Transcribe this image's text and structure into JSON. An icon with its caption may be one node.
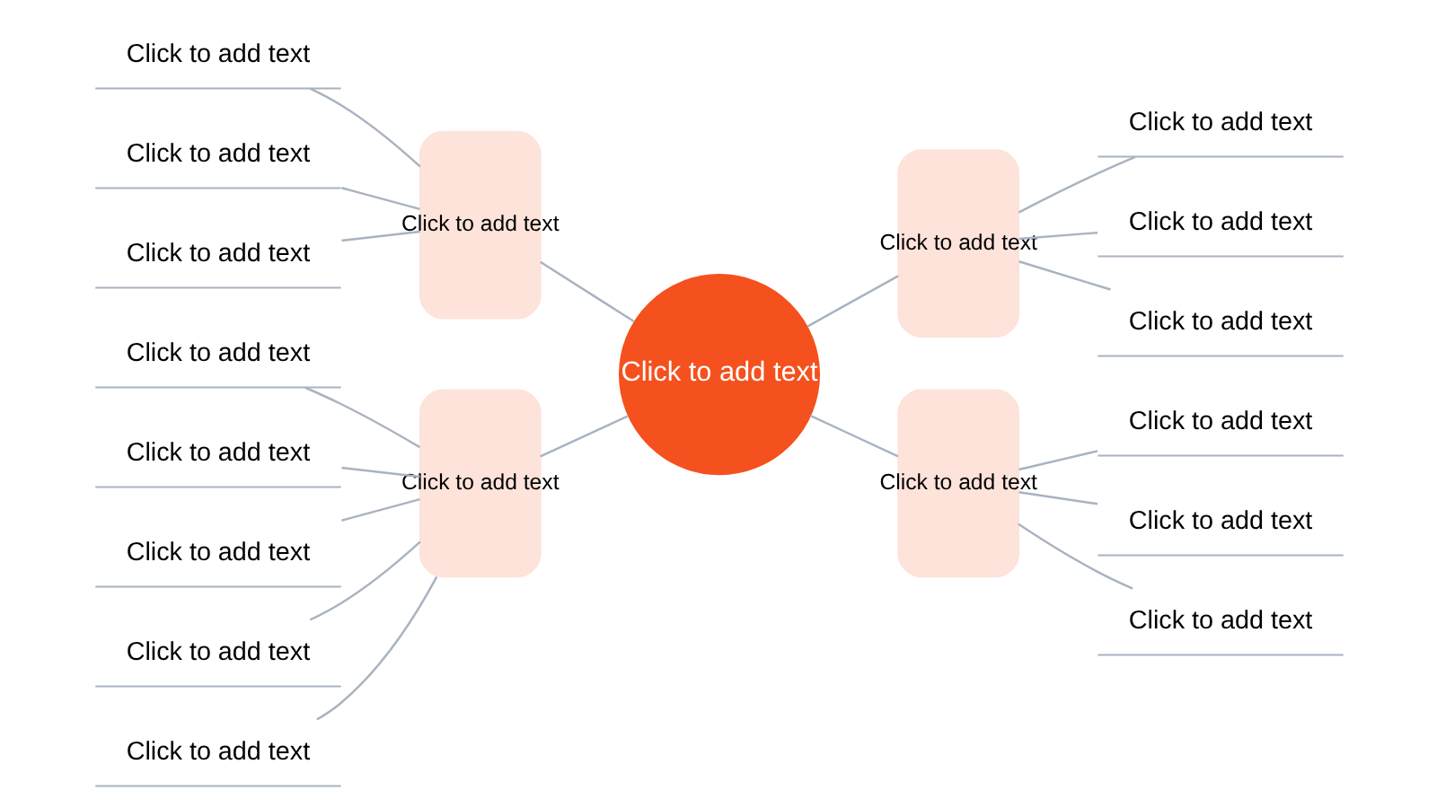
{
  "diagram": {
    "nodes": [
      {
        "text": [
          "Click to add text"
        ]
      },
      {
        "text": [
          "Click to add text"
        ]
      },
      {
        "text": [
          "Click to add text"
        ]
      },
      {
        "text": [
          "Click to add text"
        ]
      },
      {
        "text": [
          "Click to add text"
        ]
      },
      {
        "text": [
          "Click to add text"
        ]
      },
      {
        "text": [
          "Click to add text"
        ]
      },
      {
        "text": [
          "Click to add text"
        ]
      },
      {
        "text": [
          "Click to add text"
        ]
      },
      {
        "text": [
          "Click to add text"
        ]
      },
      {
        "text": [
          "Click to add text"
        ]
      },
      {
        "text": [
          "Click to add text"
        ]
      },
      {
        "text": [
          "Click to add text"
        ]
      },
      {
        "text": [
          "Click to add text"
        ]
      },
      {
        "text": [
          "Click to add text"
        ]
      },
      {
        "text": [
          "Click to add text"
        ]
      },
      {
        "text": [
          "Click to add text"
        ]
      },
      {
        "text": [
          "Click to add text"
        ]
      },
      {
        "text": [
          "Click to add text"
        ]
      }
    ],
    "edges": [
      {
        "from": 0,
        "to": 1,
        "arrow": "none"
      },
      {
        "from": 0,
        "to": 2,
        "arrow": "none"
      },
      {
        "from": 0,
        "to": 3,
        "arrow": "none"
      },
      {
        "from": 0,
        "to": 4,
        "arrow": "none"
      },
      {
        "from": 1,
        "to": 5,
        "arrow": "none"
      },
      {
        "from": 1,
        "to": 6,
        "arrow": "none"
      },
      {
        "from": 1,
        "to": 7,
        "arrow": "none"
      },
      {
        "from": 2,
        "to": 8,
        "arrow": "none"
      },
      {
        "from": 2,
        "to": 9,
        "arrow": "none"
      },
      {
        "from": 2,
        "to": 10,
        "arrow": "none"
      },
      {
        "from": 3,
        "to": 11,
        "arrow": "none"
      },
      {
        "from": 3,
        "to": 12,
        "arrow": "none"
      },
      {
        "from": 3,
        "to": 13,
        "arrow": "none"
      },
      {
        "from": 3,
        "to": 14,
        "arrow": "none"
      },
      {
        "from": 3,
        "to": 15,
        "arrow": "none"
      },
      {
        "from": 4,
        "to": 16,
        "arrow": "none"
      },
      {
        "from": 4,
        "to": 17,
        "arrow": "none"
      },
      {
        "from": 4,
        "to": 18,
        "arrow": "none"
      }
    ]
  }
}
